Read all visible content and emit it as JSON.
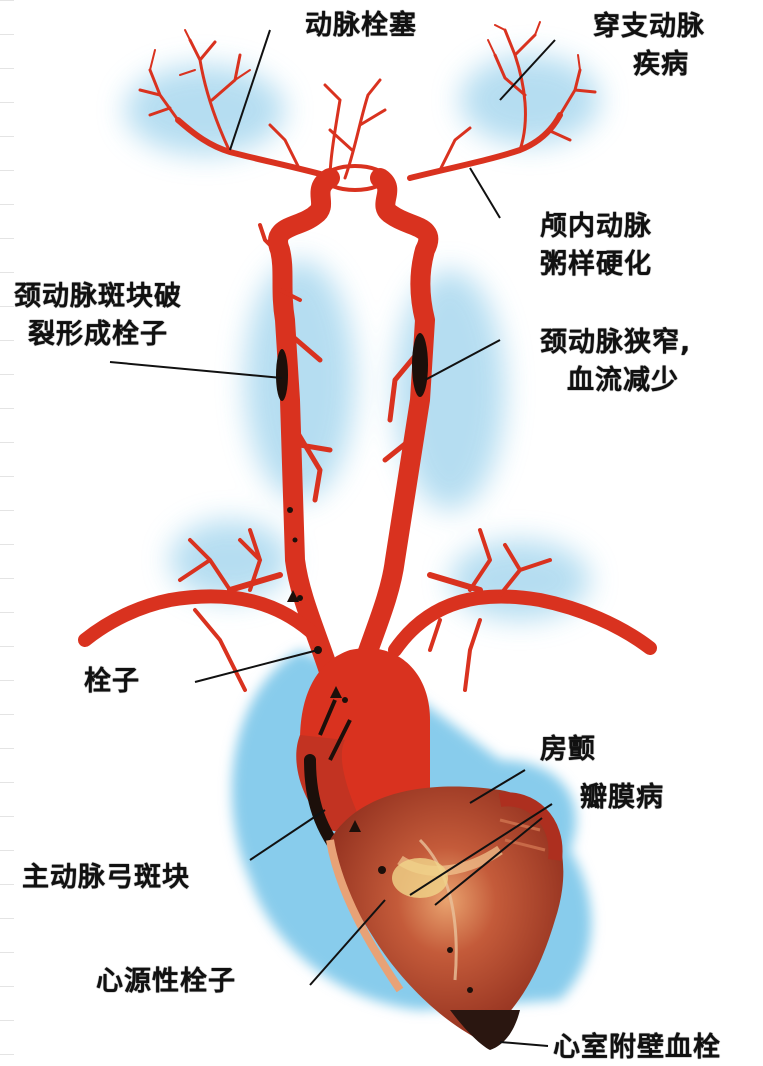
{
  "labels": {
    "arterial_embolism": "动脉栓塞",
    "perforating_artery_disease": [
      "穿支动脉",
      "疾病"
    ],
    "intracranial_atherosclerosis": [
      "颅内动脉",
      "粥样硬化"
    ],
    "carotid_plaque_rupture_embolus": [
      "颈动脉斑块破",
      "裂形成栓子"
    ],
    "carotid_stenosis_reduced_flow": [
      "颈动脉狭窄,",
      "血流减少"
    ],
    "embolus": "栓子",
    "atrial_fibrillation": "房颤",
    "valvular_disease": "瓣膜病",
    "aortic_arch_plaque": "主动脉弓斑块",
    "cardiogenic_embolus": "心源性栓子",
    "ventricular_mural_thrombus": "心室附壁血栓"
  },
  "colors": {
    "artery": "#d9321f",
    "artery_dark": "#9e1d12",
    "plaque": "#1c0f0a",
    "shadow": "#8fcdea",
    "heart": "#b84a32",
    "label": "#111111"
  }
}
